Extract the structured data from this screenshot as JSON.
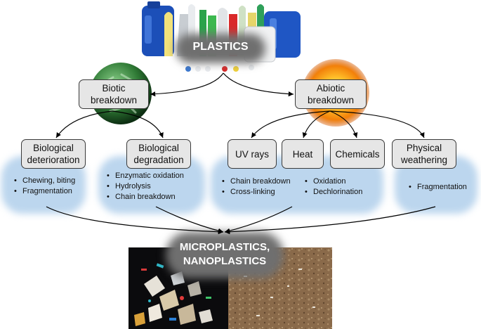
{
  "title": "PLASTICS",
  "bottom_title": "MICROPLASTICS,\nNANOPLASTICS",
  "categories": {
    "biotic": "Biotic\nbreakdown",
    "abiotic": "Abiotic\nbreakdown"
  },
  "processes": [
    {
      "id": "bio-deterioration",
      "label": "Biological\ndeterioration",
      "items": [
        "Chewing, biting",
        "Fragmentation"
      ]
    },
    {
      "id": "bio-degradation",
      "label": "Biological\ndegradation",
      "items": [
        "Enzymatic oxidation",
        "Hydrolysis",
        "Chain breakdown"
      ]
    },
    {
      "id": "uv",
      "label": "UV rays",
      "items": [
        "Chain breakdown",
        "Cross-linking"
      ]
    },
    {
      "id": "heat",
      "label": "Heat",
      "items": []
    },
    {
      "id": "chemicals",
      "label": "Chemicals",
      "items": [
        "Oxidation",
        "Dechlorination"
      ]
    },
    {
      "id": "physical",
      "label": "Physical\nweathering",
      "items": [
        "Fragmentation"
      ]
    }
  ],
  "colors": {
    "box_fill": "#e6e6e6",
    "cloud": "#bcd6ee",
    "glow": "#6f6f6f",
    "arrow": "#000000"
  },
  "images": [
    "plastic-bottles-photo",
    "bacteria-sphere-photo",
    "sun-photo",
    "microplastic-fragments-photo",
    "soil-photo"
  ]
}
